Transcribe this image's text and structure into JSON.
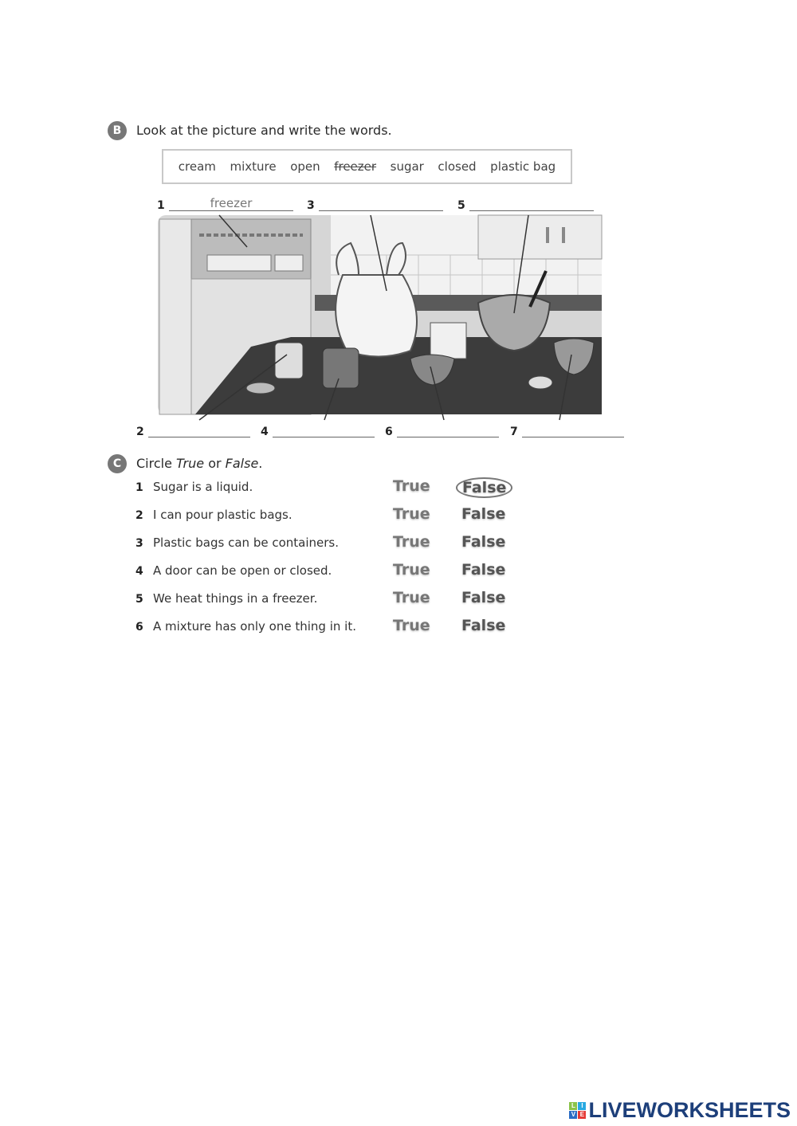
{
  "section_b": {
    "badge": "B",
    "instruction": "Look at the picture and write the words.",
    "word_bank": [
      {
        "word": "cream",
        "struck": false
      },
      {
        "word": "mixture",
        "struck": false
      },
      {
        "word": "open",
        "struck": false
      },
      {
        "word": "freezer",
        "struck": true
      },
      {
        "word": "sugar",
        "struck": false
      },
      {
        "word": "closed",
        "struck": false
      },
      {
        "word": "plastic bag",
        "struck": false
      }
    ],
    "blanks": [
      {
        "number": "1",
        "answer": "freezer"
      },
      {
        "number": "2",
        "answer": ""
      },
      {
        "number": "3",
        "answer": ""
      },
      {
        "number": "4",
        "answer": ""
      },
      {
        "number": "5",
        "answer": ""
      },
      {
        "number": "6",
        "answer": ""
      },
      {
        "number": "7",
        "answer": ""
      }
    ]
  },
  "section_c": {
    "badge": "C",
    "instruction_parts": [
      "Circle ",
      "True",
      " or ",
      "False",
      "."
    ],
    "true_label": "True",
    "false_label": "False",
    "items": [
      {
        "number": "1",
        "text": "Sugar is a liquid.",
        "circled": "False"
      },
      {
        "number": "2",
        "text": "I can pour plastic bags.",
        "circled": ""
      },
      {
        "number": "3",
        "text": "Plastic bags can be containers.",
        "circled": ""
      },
      {
        "number": "4",
        "text": "A door can be open or closed.",
        "circled": ""
      },
      {
        "number": "5",
        "text": "We heat things in a freezer.",
        "circled": ""
      },
      {
        "number": "6",
        "text": "A mixture has only one thing in it.",
        "circled": ""
      }
    ]
  },
  "footer": {
    "logo_text": "LIVEWORKSHEETS",
    "logo_letters": [
      "L",
      "I",
      "V",
      "E"
    ]
  }
}
